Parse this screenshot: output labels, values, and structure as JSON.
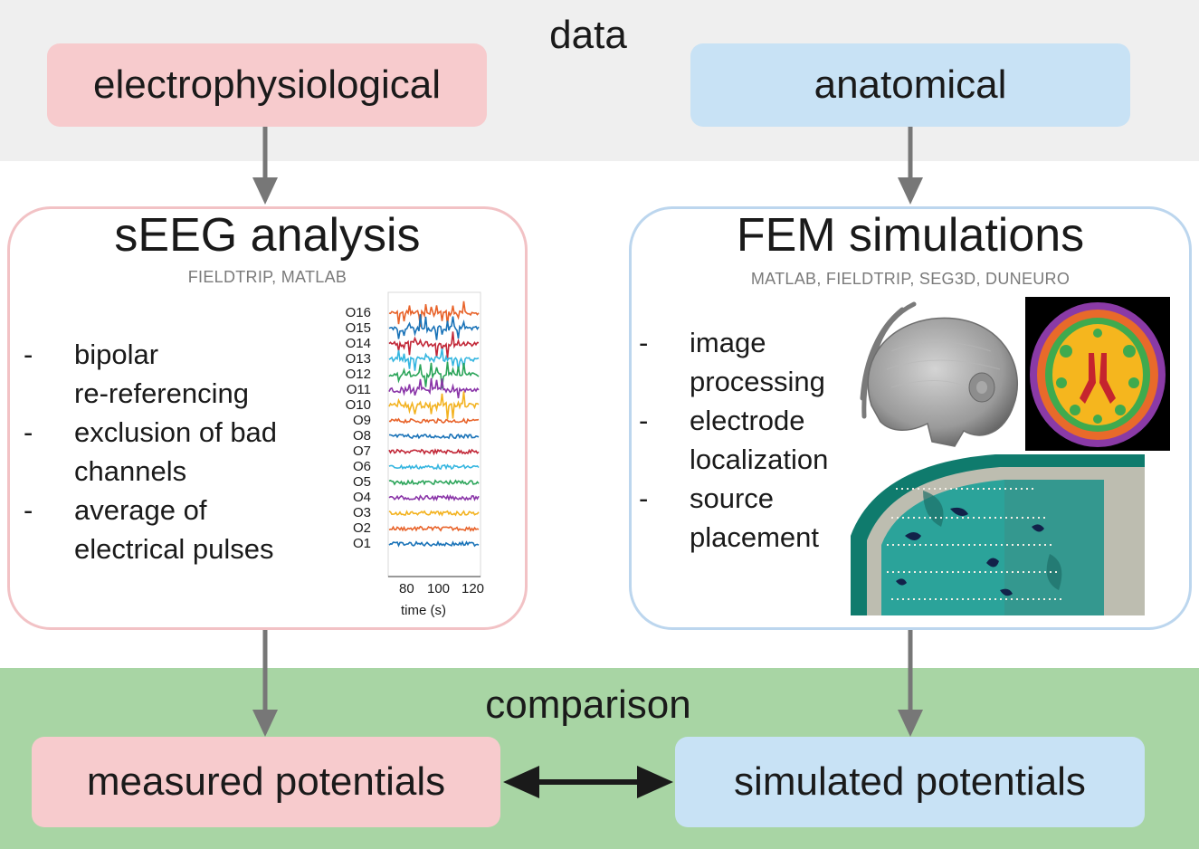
{
  "header": {
    "title": "data"
  },
  "sources": {
    "left_label": "electrophysiological",
    "right_label": "anatomical"
  },
  "seeg": {
    "title": "sEEG analysis",
    "tools": "FIELDTRIP, MATLAB",
    "steps": [
      [
        "bipolar",
        "re-referencing"
      ],
      [
        "exclusion of bad",
        "channels"
      ],
      [
        "average of",
        "electrical pulses"
      ]
    ],
    "dash": "-",
    "plot": {
      "channels": [
        "O16",
        "O15",
        "O14",
        "O13",
        "O12",
        "O11",
        "O10",
        "O9",
        "O8",
        "O7",
        "O6",
        "O5",
        "O4",
        "O3",
        "O2",
        "O1"
      ],
      "xticks": [
        "80",
        "100",
        "120"
      ],
      "xlabel": "time (s)",
      "colors": [
        "#e8632a",
        "#1a73b8",
        "#c22838",
        "#35b6e0",
        "#2ca55a",
        "#8a35a8",
        "#f3b321"
      ]
    }
  },
  "fem": {
    "title": "FEM simulations",
    "tools": "MATLAB, FIELDTRIP, SEG3D, DUNEURO",
    "steps": [
      [
        "image",
        "processing"
      ],
      [
        "electrode",
        "localization"
      ],
      [
        "source",
        "placement"
      ]
    ],
    "dash": "-"
  },
  "comparison": {
    "title": "comparison",
    "left_label": "measured potentials",
    "right_label": "simulated potentials"
  },
  "colors": {
    "top_band": "#efefef",
    "bottom_band": "#a8d5a4",
    "red_fill": "#f7cbcd",
    "blue_fill": "#c8e2f5",
    "arrow": "#777777"
  }
}
